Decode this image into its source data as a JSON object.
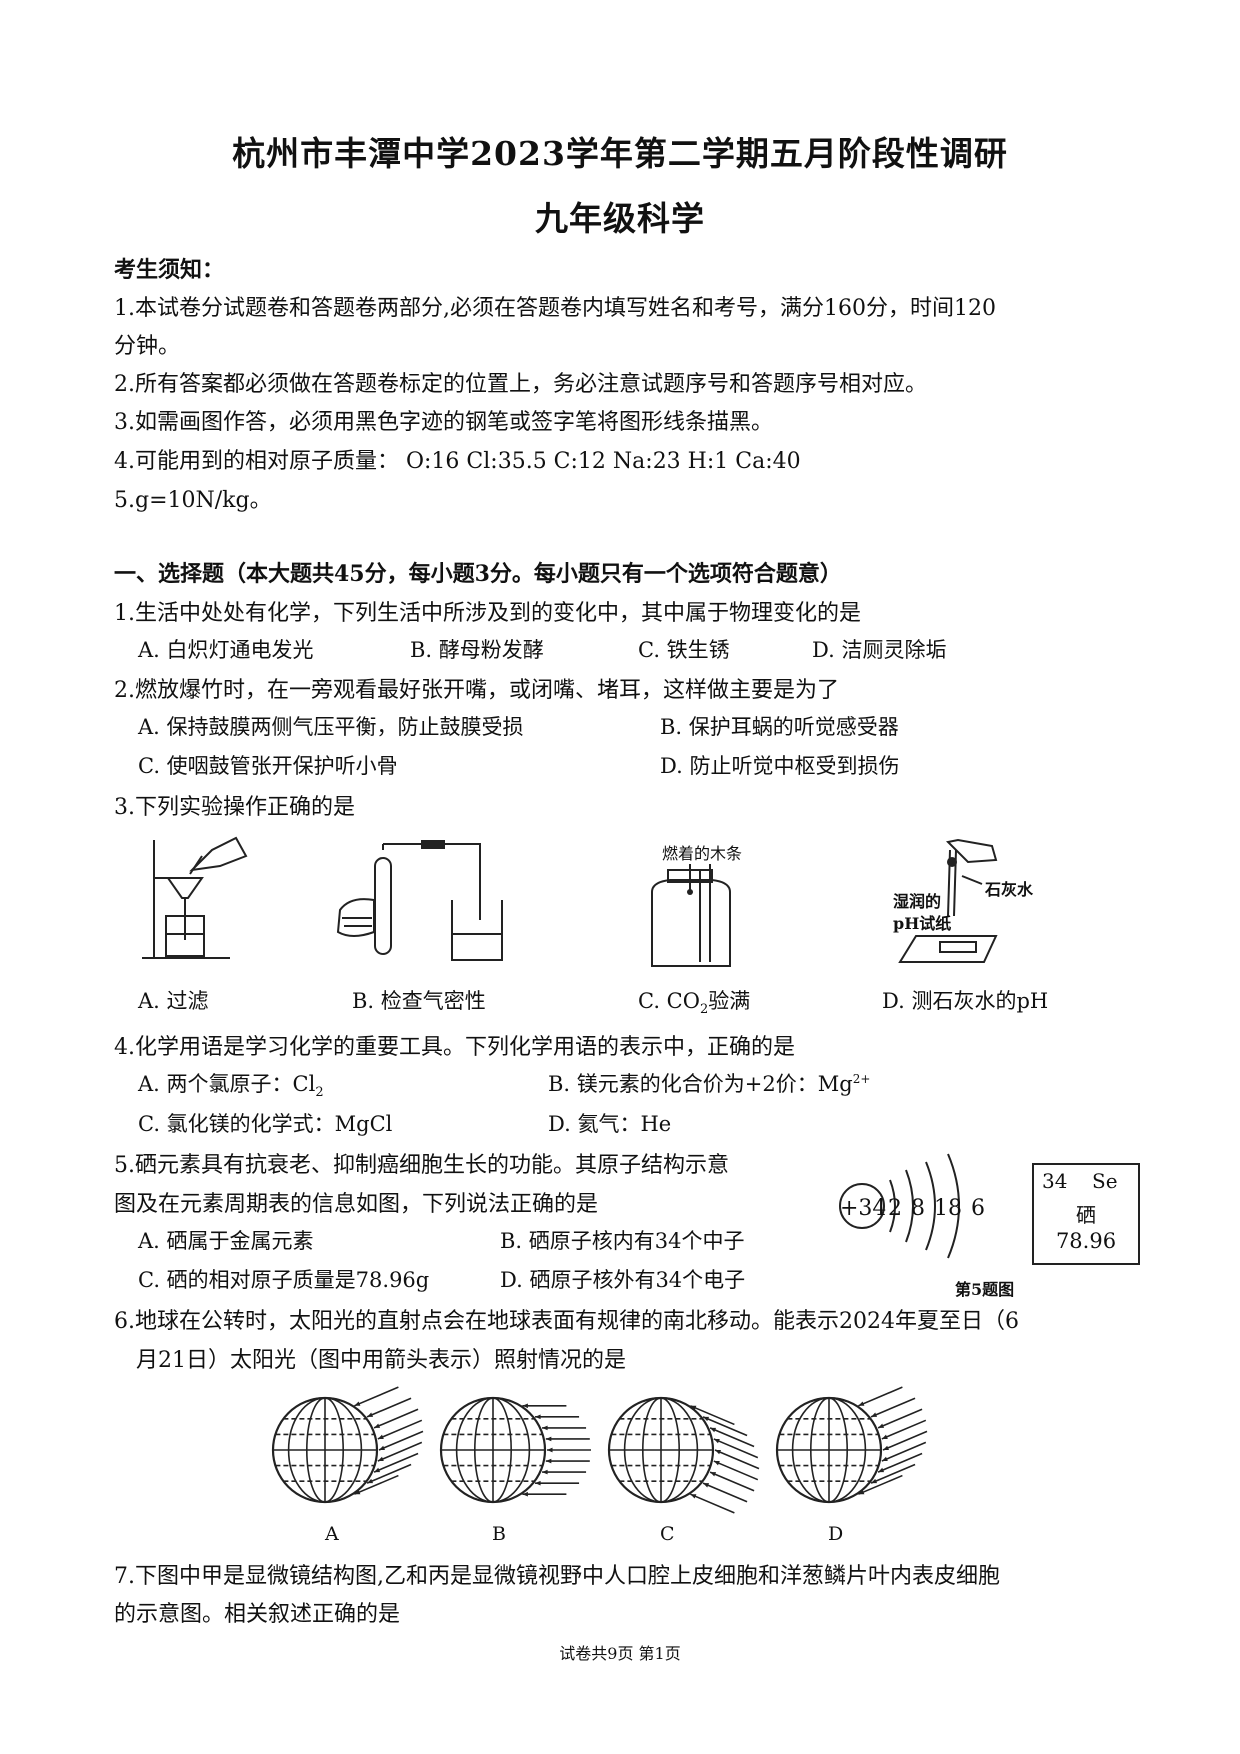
{
  "header": {
    "title": "杭州市丰潭中学2023学年第二学期五月阶段性调研",
    "subtitle": "九年级科学"
  },
  "notice": {
    "heading": "考生须知：",
    "item1a": "1.本试卷分试题卷和答题卷两部分,必须在答题卷内填写姓名和考号，满分160分，时间120",
    "item1b": "分钟。",
    "item2": "2.所有答案都必须做在答题卷标定的位置上，务必注意试题序号和答题序号相对应。",
    "item3": "3.如需画图作答，必须用黑色字迹的钢笔或签字笔将图形线条描黑。",
    "item4": "4.可能用到的相对原子质量： O:16   Cl:35.5   C:12   Na:23   H:1  Ca:40",
    "item5": "5.g=10N/kg。"
  },
  "section1": {
    "heading": "一、选择题（本大题共45分，每小题3分。每小题只有一个选项符合题意）"
  },
  "q1": {
    "stem": "1.生活中处处有化学，下列生活中所涉及到的变化中，其中属于物理变化的是",
    "a": "A. 白炽灯通电发光",
    "b": "B. 酵母粉发酵",
    "c": "C. 铁生锈",
    "d": "D. 洁厕灵除垢"
  },
  "q2": {
    "stem": "2.燃放爆竹时，在一旁观看最好张开嘴，或闭嘴、堵耳，这样做主要是为了",
    "a": "A. 保持鼓膜两侧气压平衡，防止鼓膜受损",
    "b": "B. 保护耳蜗的听觉感受器",
    "c": "C. 使咽鼓管张开保护听小骨",
    "d": "D. 防止听觉中枢受到损伤"
  },
  "q3": {
    "stem": "3.下列实验操作正确的是",
    "fig_c_label": "燃着的木条",
    "fig_d_label1": "湿润的",
    "fig_d_label2": "pH试纸",
    "fig_d_label3": "石灰水",
    "a": "A. 过滤",
    "b": "B. 检查气密性",
    "c_prefix": "C. CO",
    "c_sub": "2",
    "c_suffix": "验满",
    "d": "D. 测石灰水的pH"
  },
  "q4": {
    "stem": "4.化学用语是学习化学的重要工具。下列化学用语的表示中，正确的是",
    "a_prefix": "A. 两个氯原子：Cl",
    "a_sub": "2",
    "b_prefix": "B. 镁元素的化合价为+2价：Mg",
    "b_sup": "2+",
    "c": "C. 氯化镁的化学式：MgCl",
    "d": "D. 氦气：He"
  },
  "q5": {
    "stem1": "5.硒元素具有抗衰老、抑制癌细胞生长的功能。其原子结构示意",
    "stem2": "图及在元素周期表的信息如图，下列说法正确的是",
    "a": "A. 硒属于金属元素",
    "b": "B. 硒原子核内有34个中子",
    "c": "C. 硒的相对原子质量是78.96g",
    "d": "D. 硒原子核外有34个电子",
    "nucleus": "+34",
    "shells": "2 8 18 6",
    "tile_number": "34",
    "tile_symbol": "Se",
    "tile_name": "硒",
    "tile_mass": "78.96",
    "caption": "第5题图"
  },
  "q6": {
    "stem1": "6.地球在公转时，太阳光的直射点会在地球表面有规律的南北移动。能表示2024年夏至日（6",
    "stem2": "月21日）太阳光（图中用箭头表示）照射情况的是",
    "labels": [
      "A",
      "B",
      "C",
      "D"
    ]
  },
  "q7": {
    "stem1": "7.下图中甲是显微镜结构图,乙和丙是显微镜视野中人口腔上皮细胞和洋葱鳞片叶内表皮细胞",
    "stem2": "的示意图。相关叙述正确的是"
  },
  "footer": {
    "text": "试卷共9页   第1页"
  }
}
